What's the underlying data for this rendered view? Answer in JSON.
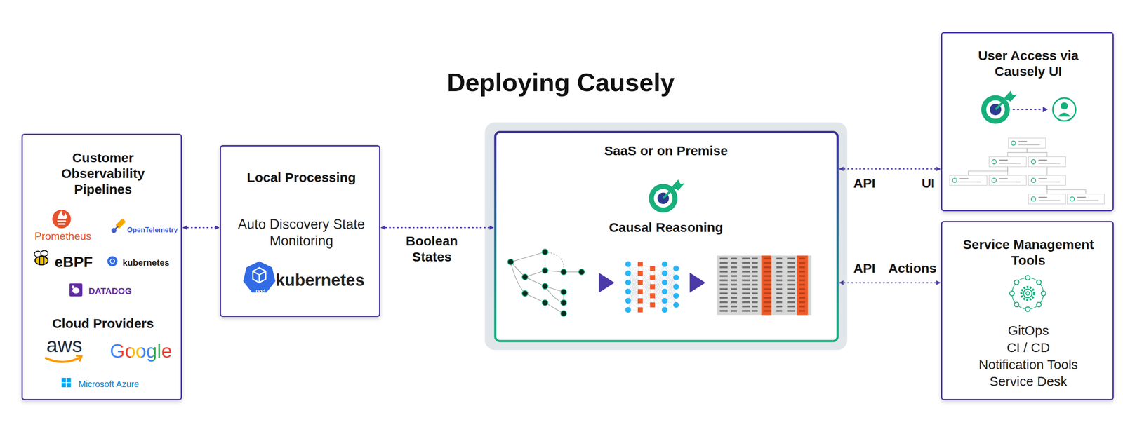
{
  "diagram": {
    "title": "Deploying Causely",
    "nodes": [
      {
        "text": [
          "Customer Observability Pipelines",
          "Prometheus",
          "OpenTelemetry",
          "eBPF",
          "kubernetes",
          "DATADOG",
          "Cloud Providers",
          "aws",
          "Google",
          "Microsoft Azure"
        ]
      },
      {
        "text": [
          "Local Processing",
          "Auto Discovery State Monitoring",
          "pod",
          "kubernetes"
        ]
      },
      {
        "text": [
          "SaaS or on Premise",
          "Causal Reasoning"
        ]
      },
      {
        "text": [
          "User Access via Causely UI"
        ]
      },
      {
        "text": [
          "Service Management Tools",
          "GitOps",
          "CI / CD",
          "Notification Tools",
          "Service Desk"
        ]
      }
    ],
    "edges": [
      {
        "from": 0,
        "to": 1,
        "arrow": "both"
      },
      {
        "from": 1,
        "to": 2,
        "label": "Boolean States",
        "arrow": "both"
      },
      {
        "from": 2,
        "to": 3,
        "label": "API",
        "arrow": "both"
      },
      {
        "from": 2,
        "to": 4,
        "label": "API",
        "arrow": "both"
      }
    ],
    "labels": [
      "UI",
      "Actions"
    ]
  }
}
